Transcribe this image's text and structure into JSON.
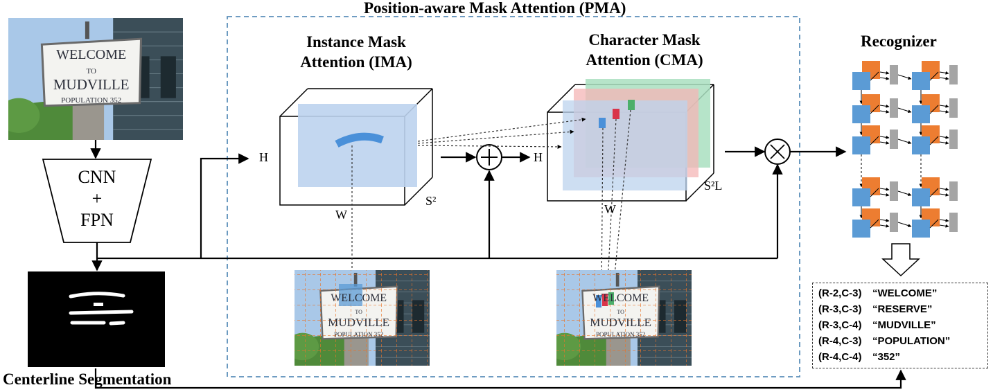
{
  "pma": {
    "title": "Position-aware Mask Attention (PMA)"
  },
  "ima": {
    "title_line1": "Instance Mask",
    "title_line2": "Attention (IMA)",
    "h": "H",
    "w": "W",
    "depth": "S²"
  },
  "cma": {
    "title_line1": "Character Mask",
    "title_line2": "Attention (CMA)",
    "h": "H",
    "w": "W",
    "depth": "S²L"
  },
  "backbone": {
    "line1": "CNN",
    "line2": "+",
    "line3": "FPN"
  },
  "segmentation": {
    "label": "Centerline Segmentation"
  },
  "recognizer": {
    "title": "Recognizer"
  },
  "sign": {
    "line1": "WELCOME",
    "line2": "TO",
    "line3": "MUDVILLE",
    "line4": "POPULATION 352"
  },
  "output": {
    "rows": [
      {
        "pos": "(R-2,C-3)",
        "text": "“WELCOME”"
      },
      {
        "pos": "(R-3,C-3)",
        "text": "“RESERVE”"
      },
      {
        "pos": "(R-3,C-4)",
        "text": "“MUDVILLE”"
      },
      {
        "pos": "(R-4,C-3)",
        "text": "“POPULATION”"
      },
      {
        "pos": "(R-4,C-4)",
        "text": "“352”"
      }
    ]
  },
  "colors": {
    "pma_border": "#5b8fb9",
    "mask_blue": "#bcd3ee",
    "stroke_blue": "#4a90d9",
    "cell_orange": "#ed7d31",
    "cell_blue": "#5b9bd5",
    "cell_gray": "#a5a5a5",
    "mask_green": "#a9dfbf",
    "mask_red": "#f4b5b5",
    "grid_orange": "#e8742a",
    "sky": "#a9c8e8",
    "siding": "#3b4e58",
    "tree": "#4f8a3a"
  }
}
